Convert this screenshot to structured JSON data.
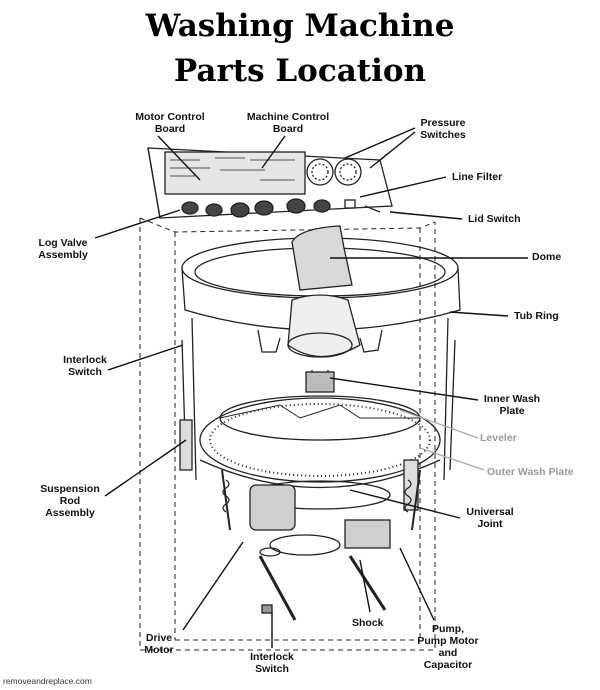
{
  "title": {
    "line1": "Washing Machine",
    "line2": "Parts Location"
  },
  "labels": {
    "motor_control_board": "Motor Control\nBoard",
    "machine_control_board": "Machine Control\nBoard",
    "pressure_switches": "Pressure\nSwitches",
    "line_filter": "Line Filter",
    "lid_switch": "Lid Switch",
    "log_valve_assembly": "Log Valve\nAssembly",
    "dome": "Dome",
    "tub_ring": "Tub Ring",
    "interlock_switch_side": "Interlock\nSwitch",
    "inner_wash_plate": "Inner Wash\nPlate",
    "leveler": "Leveler",
    "outer_wash_plate": "Outer Wash Plate",
    "suspension_rod_assembly": "Suspension\nRod\nAssembly",
    "universal_joint": "Universal\nJoint",
    "drive_motor": "Drive\nMotor",
    "shock": "Shock",
    "pump": "Pump,\nPump Motor\nand\nCapacitor",
    "interlock_switch_bottom": "Interlock\nSwitch"
  },
  "credit": "removeandreplace.com"
}
